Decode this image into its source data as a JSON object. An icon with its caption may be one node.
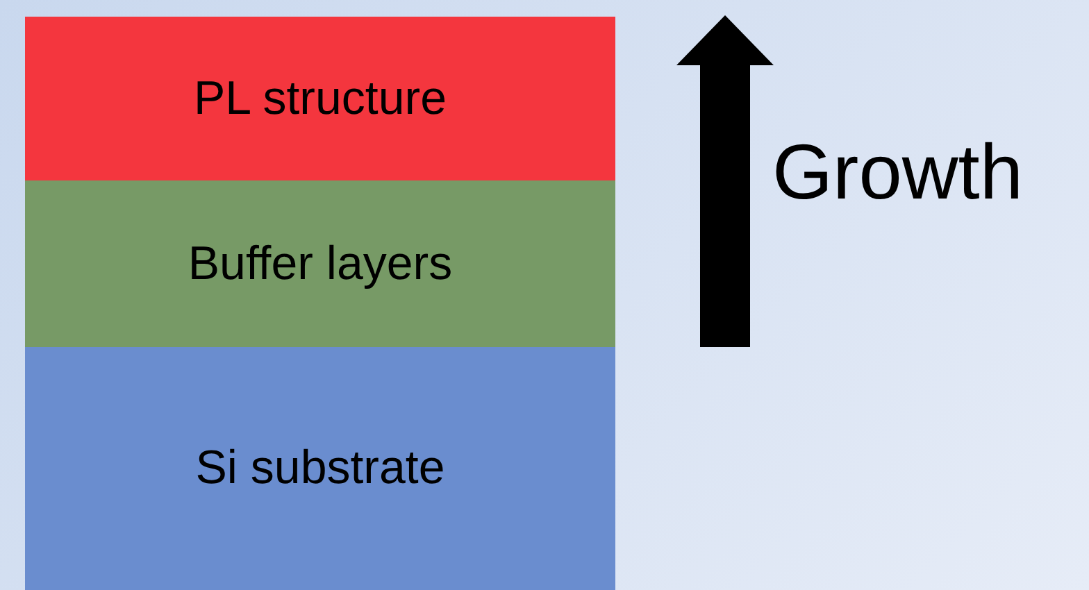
{
  "diagram": {
    "nodes": [
      {
        "text": [
          "PL structure"
        ]
      },
      {
        "text": [
          "Buffer layers"
        ]
      },
      {
        "text": [
          "Si substrate"
        ]
      }
    ],
    "labels": [
      "Growth"
    ]
  }
}
